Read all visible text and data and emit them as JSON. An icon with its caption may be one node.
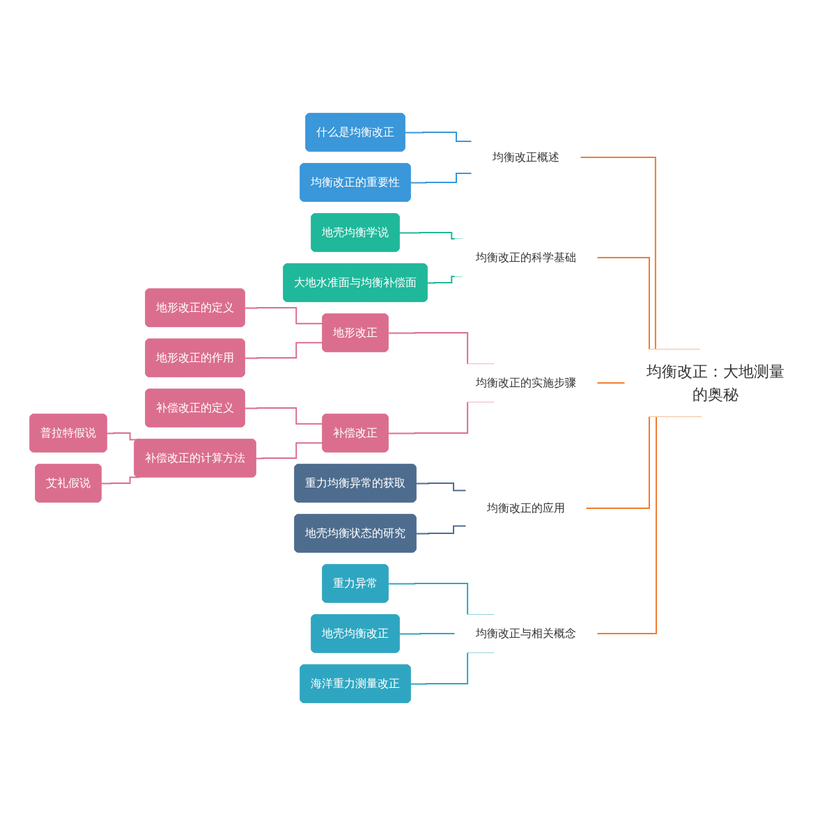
{
  "diagram": {
    "nodes": [
      {
        "text": [
          "均衡改正：大地测量的奥秘"
        ]
      },
      {
        "text": [
          "均衡改正概述"
        ]
      },
      {
        "text": [
          "什么是均衡改正"
        ]
      },
      {
        "text": [
          "均衡改正的重要性"
        ]
      },
      {
        "text": [
          "均衡改正的科学基础"
        ]
      },
      {
        "text": [
          "地壳均衡学说"
        ]
      },
      {
        "text": [
          "大地水准面与均衡补偿面"
        ]
      },
      {
        "text": [
          "均衡改正的实施步骤"
        ]
      },
      {
        "text": [
          "地形改正"
        ]
      },
      {
        "text": [
          "地形改正的定义"
        ]
      },
      {
        "text": [
          "地形改正的作用"
        ]
      },
      {
        "text": [
          "补偿改正"
        ]
      },
      {
        "text": [
          "补偿改正的定义"
        ]
      },
      {
        "text": [
          "补偿改正的计算方法"
        ]
      },
      {
        "text": [
          "普拉特假说"
        ]
      },
      {
        "text": [
          "艾礼假说"
        ]
      },
      {
        "text": [
          "均衡改正的应用"
        ]
      },
      {
        "text": [
          "重力均衡异常的获取"
        ]
      },
      {
        "text": [
          "地壳均衡状态的研究"
        ]
      },
      {
        "text": [
          "均衡改正与相关概念"
        ]
      },
      {
        "text": [
          "重力异常"
        ]
      },
      {
        "text": [
          "地壳均衡改正"
        ]
      },
      {
        "text": [
          "海洋重力测量改正"
        ]
      }
    ],
    "edges": [
      {
        "from": 0,
        "to": 1,
        "arrow": "none",
        "color": "#ef7d31"
      },
      {
        "from": 1,
        "to": 2,
        "arrow": "none",
        "color": "#3a97d9"
      },
      {
        "from": 1,
        "to": 3,
        "arrow": "none",
        "color": "#3a97d9"
      },
      {
        "from": 0,
        "to": 4,
        "arrow": "none",
        "color": "#ef7d31"
      },
      {
        "from": 4,
        "to": 5,
        "arrow": "none",
        "color": "#1fb89a"
      },
      {
        "from": 4,
        "to": 6,
        "arrow": "none",
        "color": "#1fb89a"
      },
      {
        "from": 0,
        "to": 7,
        "arrow": "none",
        "color": "#ef7d31"
      },
      {
        "from": 7,
        "to": 8,
        "arrow": "none",
        "color": "#db6e8f"
      },
      {
        "from": 8,
        "to": 9,
        "arrow": "none",
        "color": "#db6e8f"
      },
      {
        "from": 8,
        "to": 10,
        "arrow": "none",
        "color": "#db6e8f"
      },
      {
        "from": 7,
        "to": 11,
        "arrow": "none",
        "color": "#db6e8f"
      },
      {
        "from": 11,
        "to": 12,
        "arrow": "none",
        "color": "#db6e8f"
      },
      {
        "from": 11,
        "to": 13,
        "arrow": "none",
        "color": "#db6e8f"
      },
      {
        "from": 13,
        "to": 14,
        "arrow": "none",
        "color": "#db6e8f"
      },
      {
        "from": 13,
        "to": 15,
        "arrow": "none",
        "color": "#db6e8f"
      },
      {
        "from": 0,
        "to": 16,
        "arrow": "none",
        "color": "#ef7d31"
      },
      {
        "from": 16,
        "to": 17,
        "arrow": "none",
        "color": "#4e6d8e"
      },
      {
        "from": 16,
        "to": 18,
        "arrow": "none",
        "color": "#4e6d8e"
      },
      {
        "from": 0,
        "to": 19,
        "arrow": "none",
        "color": "#ef7d31"
      },
      {
        "from": 19,
        "to": 20,
        "arrow": "none",
        "color": "#2fa6c1"
      },
      {
        "from": 19,
        "to": 21,
        "arrow": "none",
        "color": "#2fa6c1"
      },
      {
        "from": 19,
        "to": 22,
        "arrow": "none",
        "color": "#2fa6c1"
      }
    ]
  }
}
